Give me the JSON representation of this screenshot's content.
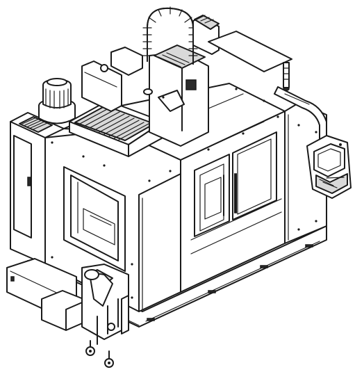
{
  "figure": {
    "subject": "vertical-machining-center-line-drawing",
    "style": "black-and-white isometric line art",
    "colors": {
      "line": "#1a1a1a",
      "fill": "#ffffff",
      "shade": "#d9d9d9"
    },
    "components": [
      "enclosure",
      "cable-carrier",
      "spindle-head",
      "spindle-motor-cover",
      "tool-changer-carousel",
      "left-access-door",
      "left-window",
      "front-sliding-doors",
      "door-handles",
      "control-panel-pendant",
      "signal-tower",
      "chip-conveyor",
      "coolant-tank-cart",
      "caster-wheels",
      "base"
    ]
  }
}
